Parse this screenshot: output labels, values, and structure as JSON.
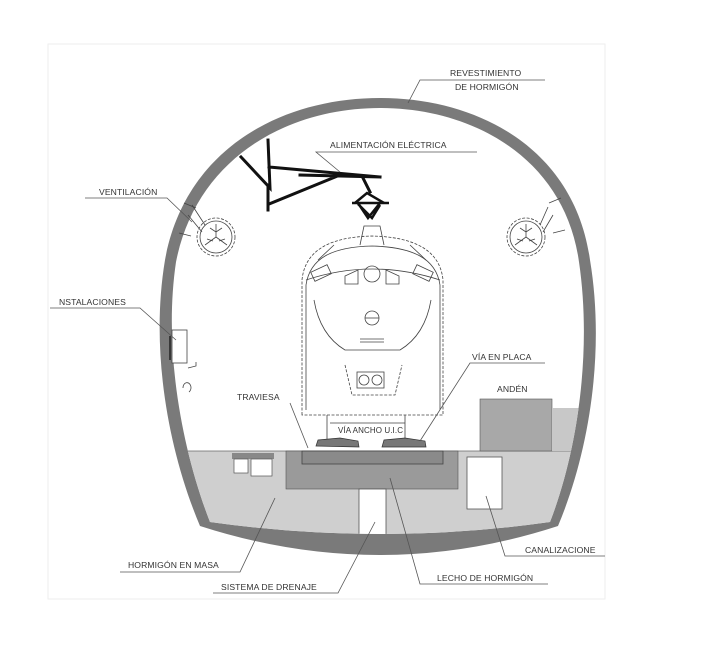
{
  "title": "Tunnel cross-section",
  "colors": {
    "lining": "#7a7a7a",
    "fill_mass": "#cfcfcf",
    "bed": "#9a9a9a",
    "platform": "#a8a8a8"
  },
  "labels": {
    "revestimiento_1": "REVESTIMIENTO",
    "revestimiento_2": "DE HORMIGÓN",
    "alimentacion": "ALIMENTACIÓN ELÉCTRICA",
    "ventilacion": "VENTILACIÓN",
    "instalaciones": "NSTALACIONES",
    "traviesa": "TRAVIESA",
    "via_en_placa": "VÍA EN PLACA",
    "anden": "ANDÉN",
    "via_ancho": "VÍA ANCHO U.I.C",
    "canalizaciones": "CANALIZACIONE",
    "hormigon_masa": "HORMIGÓN EN MASA",
    "drenaje": "SISTEMA DE DRENAJE",
    "lecho": "LECHO DE HORMIGÓN"
  }
}
